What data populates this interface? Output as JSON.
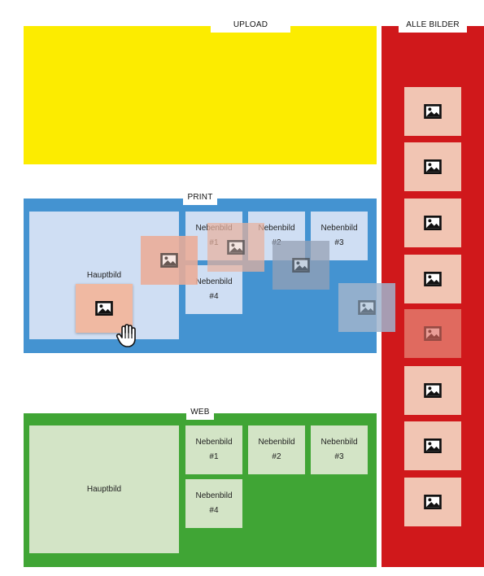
{
  "sections": {
    "upload": {
      "label": "UPLOAD",
      "color": "#fcec00"
    },
    "all_images": {
      "label": "ALLE BILDER",
      "color": "#d0181b"
    },
    "print": {
      "label": "PRINT",
      "color": "#4493d1",
      "main": "Hauptbild",
      "sub": [
        "Nebenbild\n#1",
        "Nebenbild\n#2",
        "Nebenbild\n#3",
        "Nebenbild\n#4"
      ]
    },
    "web": {
      "label": "WEB",
      "color": "#40a535",
      "main": "Hauptbild",
      "sub": [
        "Nebenbild\n#1",
        "Nebenbild\n#2",
        "Nebenbild\n#3",
        "Nebenbild\n#4"
      ]
    }
  },
  "icons": {
    "thumbnail": "image-icon",
    "cursor": "grab-hand-icon"
  }
}
